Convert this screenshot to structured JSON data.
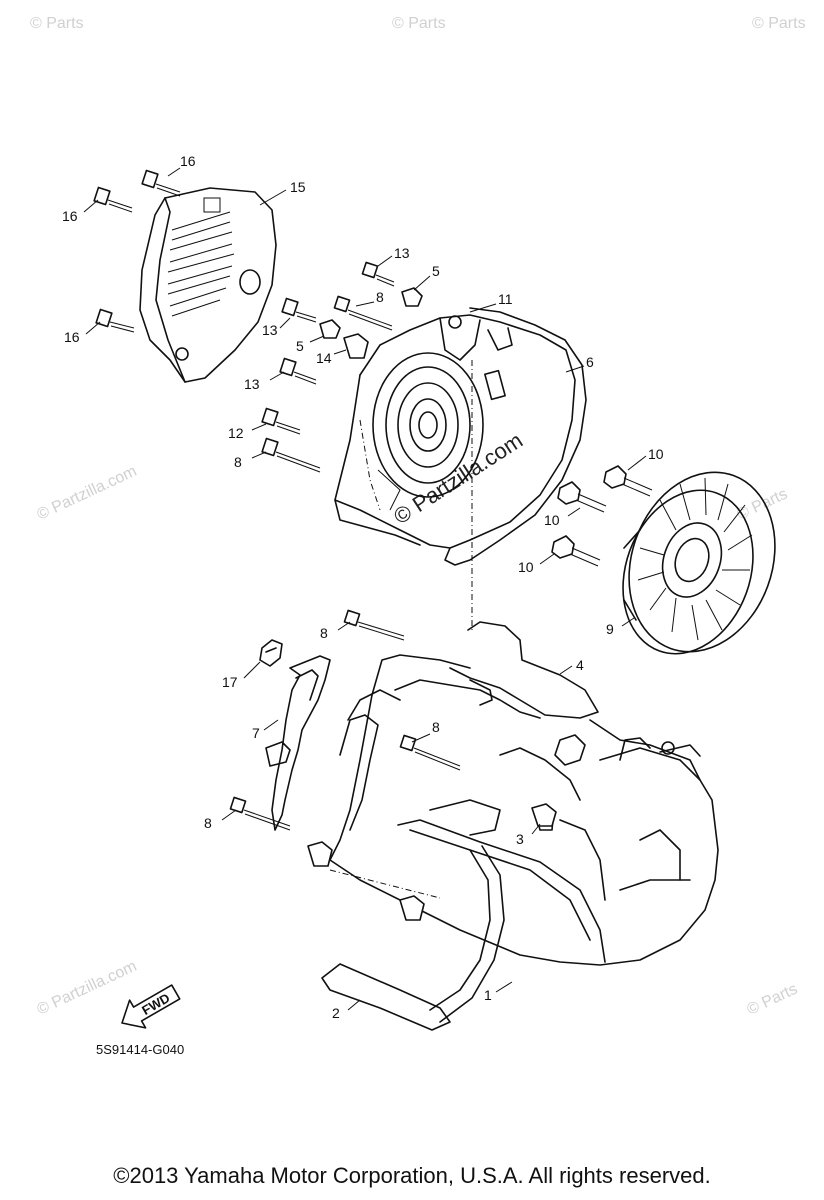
{
  "watermark": {
    "text": "© Partzilla.com",
    "short": "© Parts",
    "center": "© Partzilla.com"
  },
  "diagram_code": "5S91414-G040",
  "fwd_label": "FWD",
  "copyright": "©2013  Yamaha Motor Corporation, U.S.A. All rights reserved.",
  "callouts": {
    "c1": "1",
    "c2": "2",
    "c3": "3",
    "c4": "4",
    "c5a": "5",
    "c5b": "5",
    "c6": "6",
    "c7": "7",
    "c8a": "8",
    "c8b": "8",
    "c8c": "8",
    "c8d": "8",
    "c8e": "8",
    "c9": "9",
    "c10a": "10",
    "c10b": "10",
    "c10c": "10",
    "c11": "11",
    "c12": "12",
    "c13a": "13",
    "c13b": "13",
    "c13c": "13",
    "c14": "14",
    "c15": "15",
    "c16a": "16",
    "c16b": "16",
    "c16c": "16",
    "c17": "17"
  },
  "colors": {
    "line": "#111111",
    "watermark": "#d0d0d0",
    "background": "#ffffff"
  }
}
